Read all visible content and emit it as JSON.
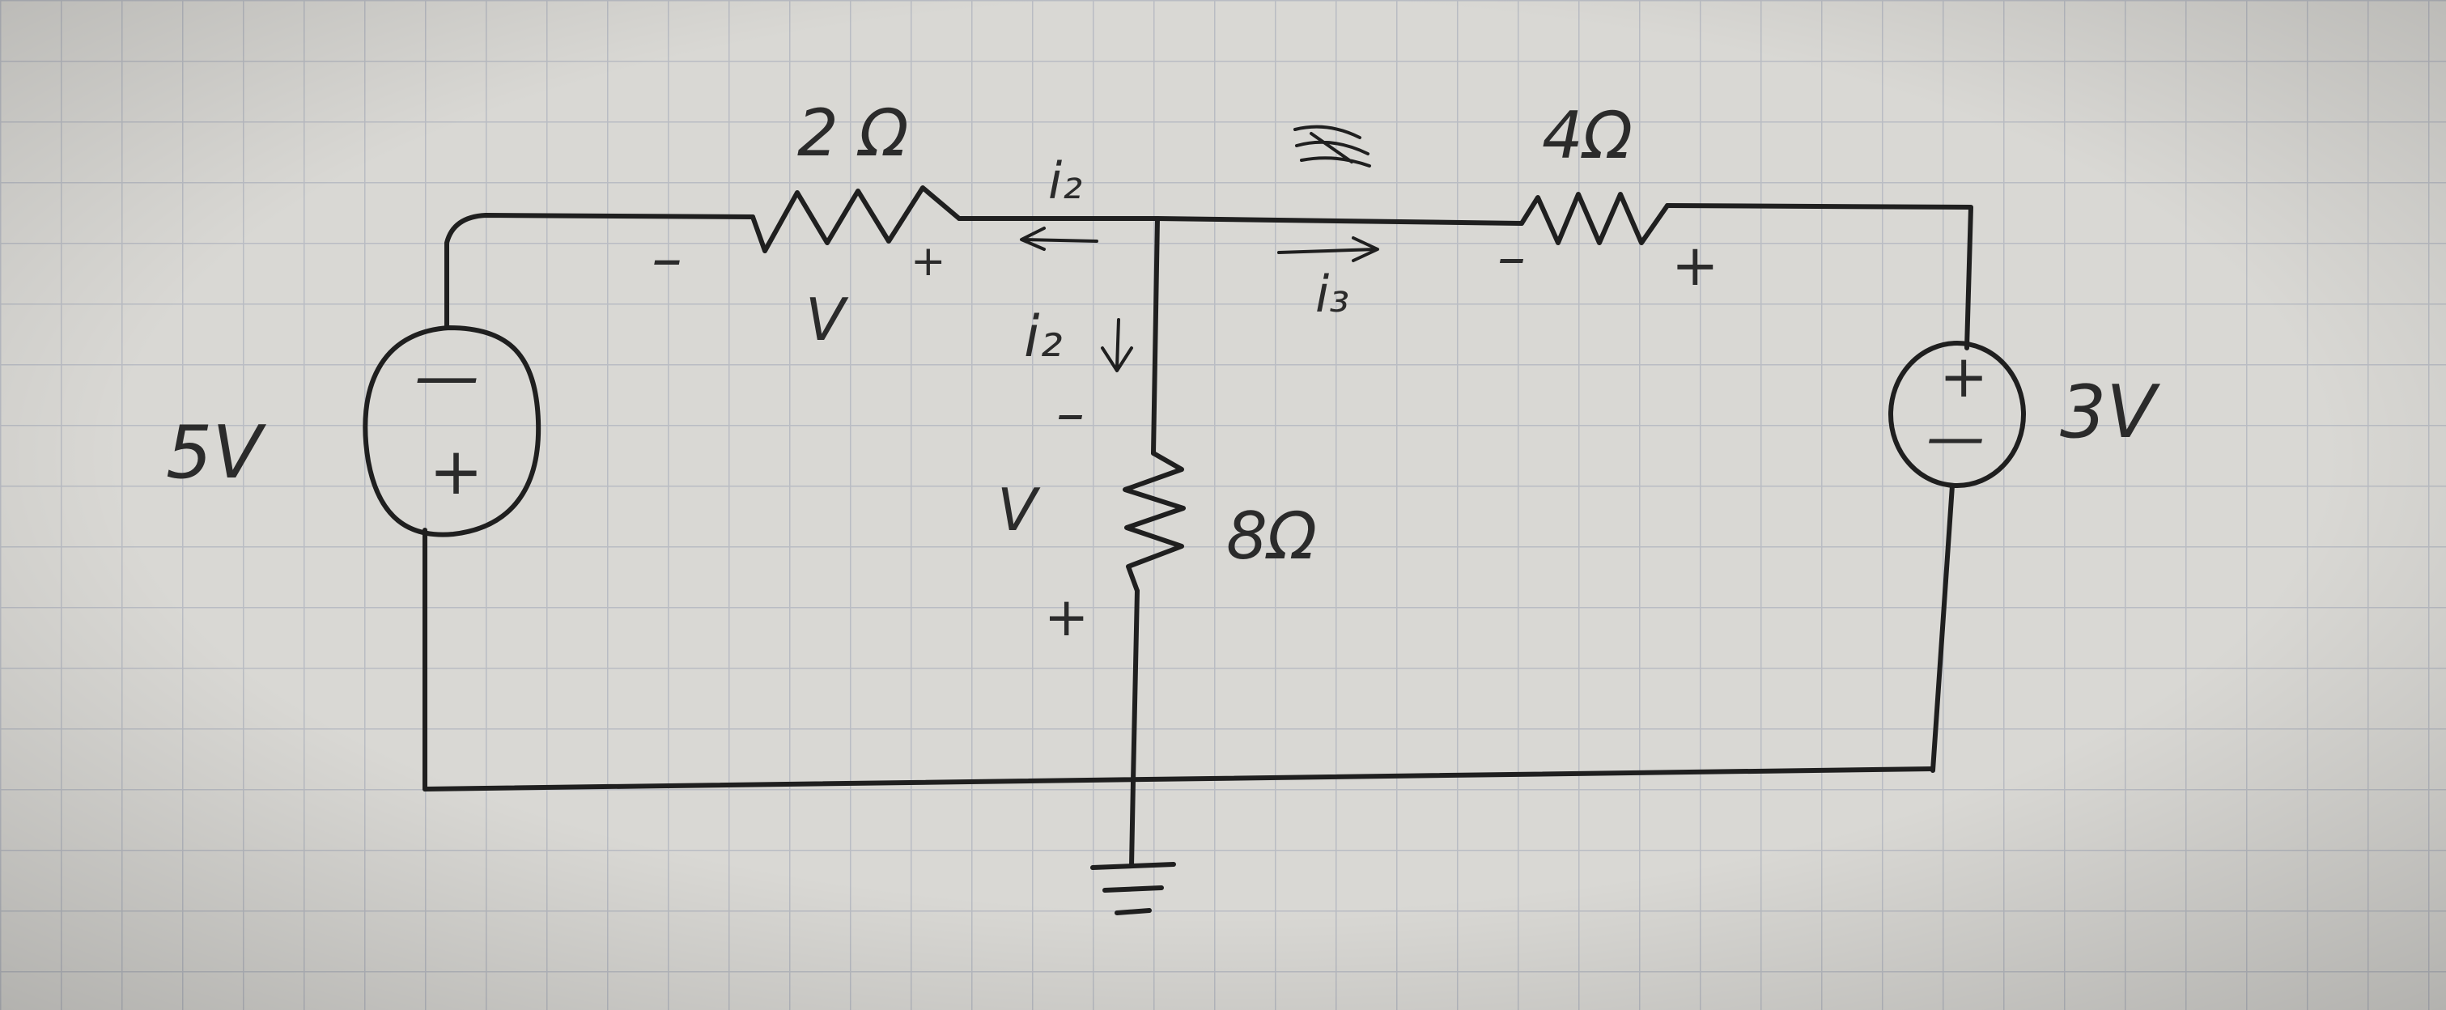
{
  "sources": {
    "left": {
      "label": "5V",
      "top_sign": "—",
      "bottom_sign": "+"
    },
    "right": {
      "label": "3V",
      "top_sign": "+",
      "bottom_sign": "—"
    }
  },
  "resistors": {
    "r_left": {
      "label": "2 Ω",
      "minus": "–",
      "plus": "+",
      "voltage": "V"
    },
    "r_middle": {
      "label": "8Ω",
      "minus": "–",
      "plus": "+",
      "voltage": "V"
    },
    "r_right": {
      "label": "4Ω",
      "minus": "–",
      "plus": "+"
    }
  },
  "currents": {
    "i1": "i₂",
    "i2": "i₂",
    "i3": "i₃"
  },
  "colors": {
    "paper": "#d9d8d4",
    "grid": "#b9bcc3",
    "ink": "#1f1f1f"
  }
}
